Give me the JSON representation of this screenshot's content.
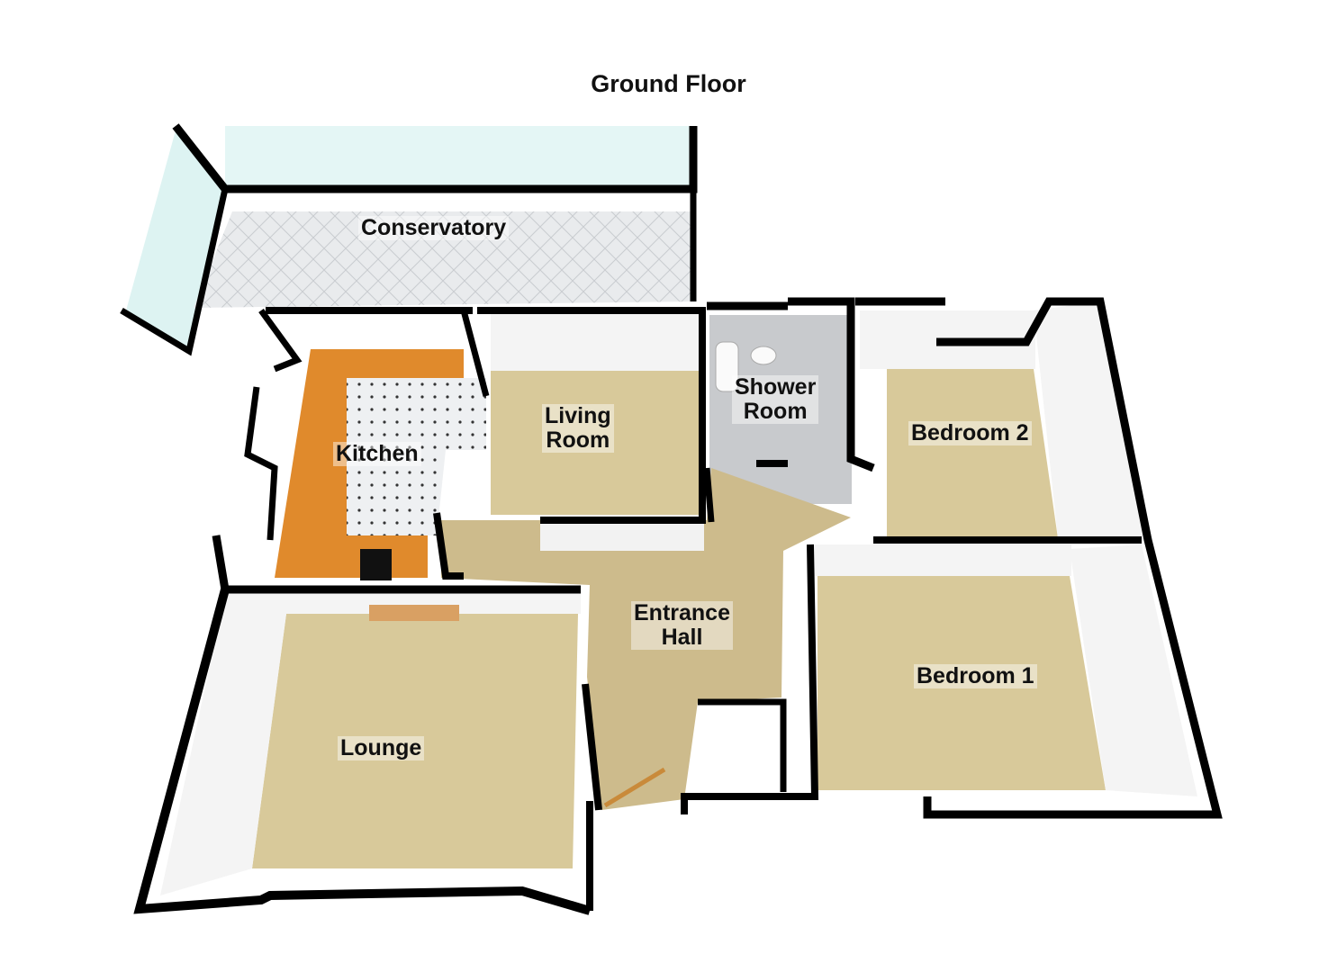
{
  "title": "Ground Floor",
  "rooms": {
    "conservatory": "Conservatory",
    "kitchen": "Kitchen",
    "living_room_1": "Living",
    "living_room_2": "Room",
    "shower_room_1": "Shower",
    "shower_room_2": "Room",
    "bedroom2": "Bedroom 2",
    "entrance_hall_1": "Entrance",
    "entrance_hall_2": "Hall",
    "bedroom1": "Bedroom 1",
    "lounge": "Lounge"
  },
  "colors": {
    "carpet": "#d8c99a",
    "tile": "#e6e8ea",
    "counter": "#e08a2c",
    "wall": "#000000",
    "glass": "#bfe8e6"
  }
}
